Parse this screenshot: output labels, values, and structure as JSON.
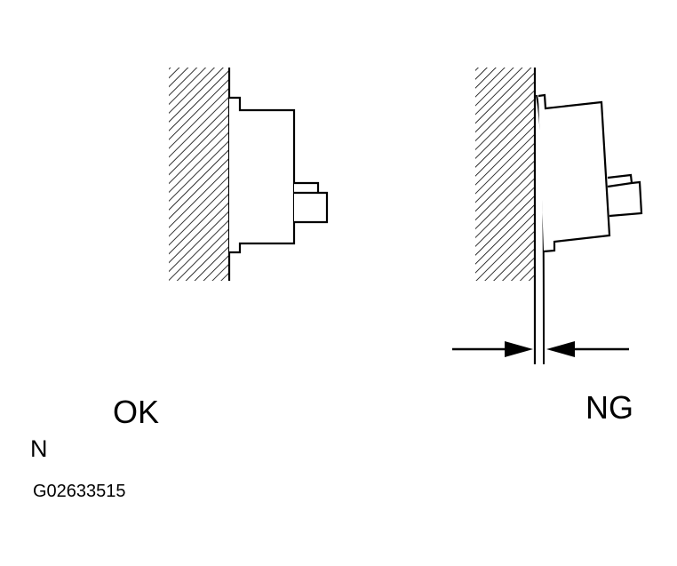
{
  "labels": {
    "ok": "OK",
    "ng": "NG",
    "n": "N",
    "code": "G02633515"
  },
  "colors": {
    "ink": "#000000",
    "background": "#ffffff"
  }
}
